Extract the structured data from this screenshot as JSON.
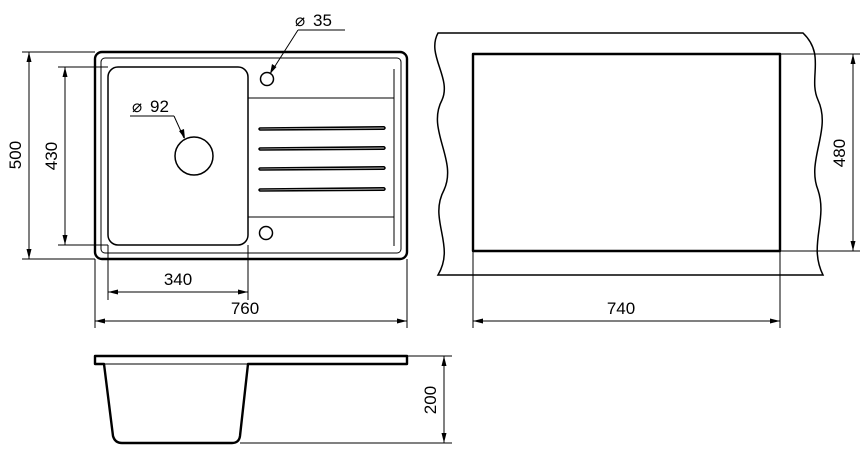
{
  "drawing": {
    "top_view": {
      "dims": {
        "overall_height": "500",
        "bowl_height": "430",
        "bowl_width": "340",
        "overall_width": "760",
        "tap_hole": "35",
        "drain_hole": "92"
      }
    },
    "cutout_view": {
      "dims": {
        "cutout_height": "480",
        "cutout_width": "740"
      }
    },
    "side_view": {
      "dims": {
        "depth": "200"
      }
    },
    "diameter_symbol": "⌀"
  }
}
